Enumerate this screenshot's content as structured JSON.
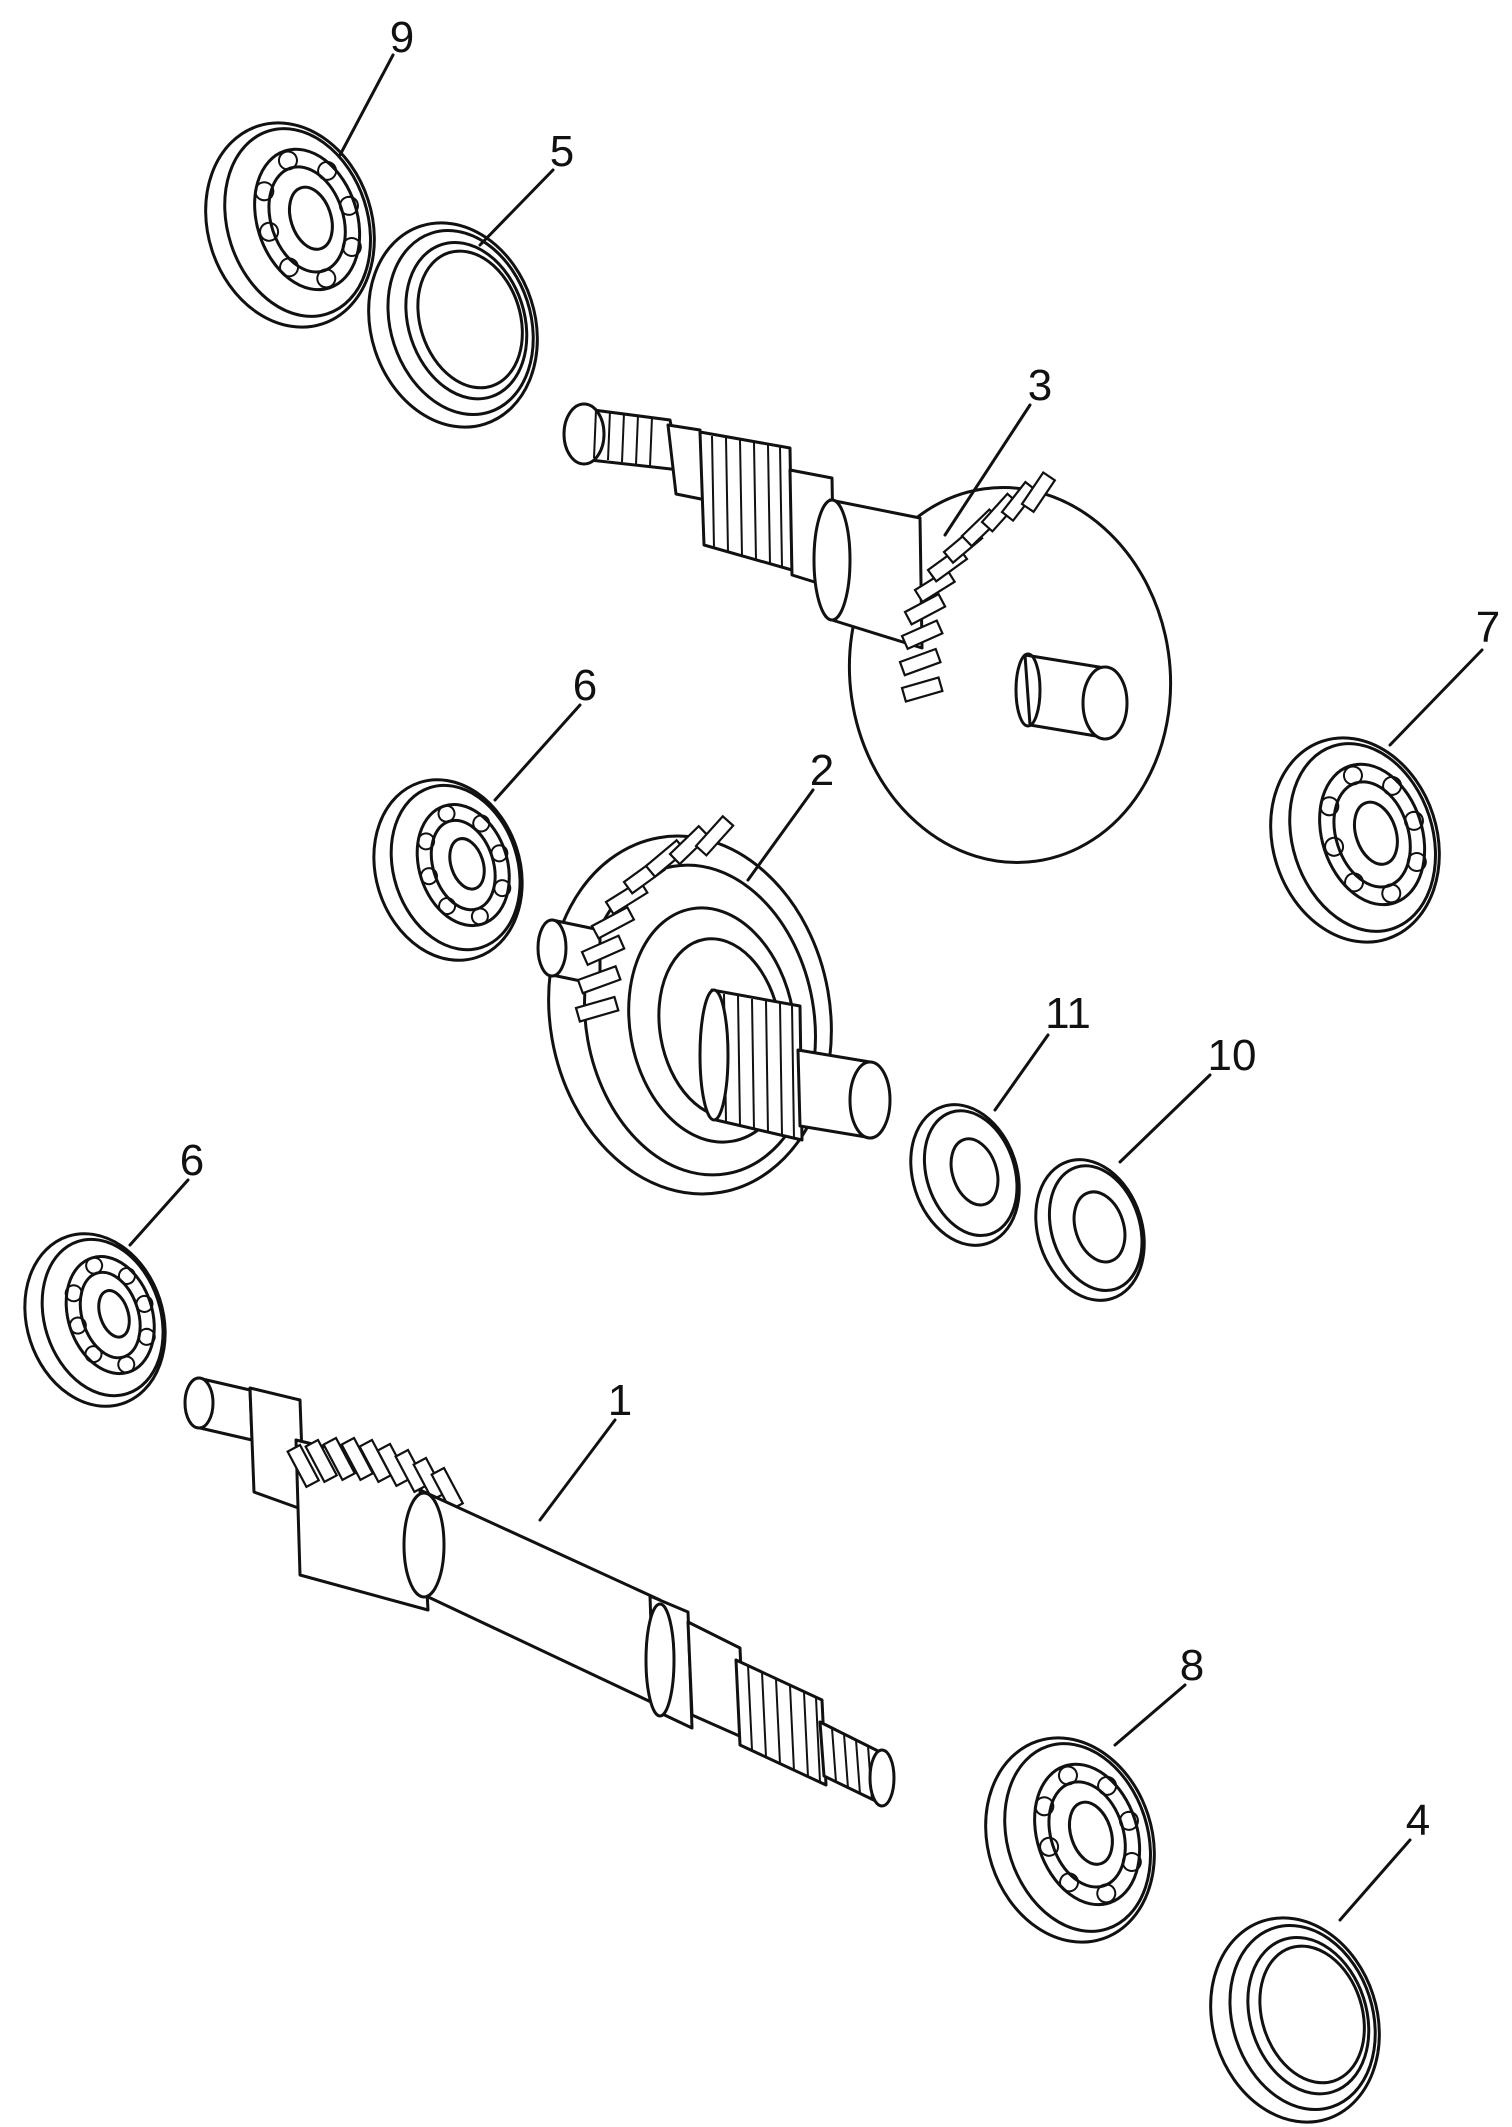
{
  "callouts": [
    {
      "id": "9",
      "text": "9"
    },
    {
      "id": "5",
      "text": "5"
    },
    {
      "id": "3",
      "text": "3"
    },
    {
      "id": "7",
      "text": "7"
    },
    {
      "id": "6a",
      "text": "6"
    },
    {
      "id": "2",
      "text": "2"
    },
    {
      "id": "11",
      "text": "11"
    },
    {
      "id": "10",
      "text": "10"
    },
    {
      "id": "6b",
      "text": "6"
    },
    {
      "id": "1",
      "text": "1"
    },
    {
      "id": "8",
      "text": "8"
    },
    {
      "id": "4",
      "text": "4"
    }
  ]
}
